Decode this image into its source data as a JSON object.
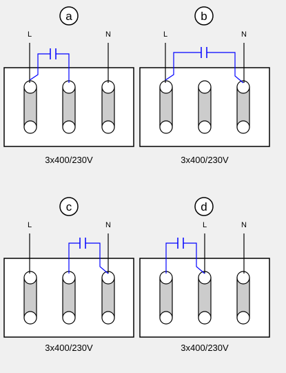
{
  "colors": {
    "background": "#f0f0f0",
    "box_fill": "#ffffff",
    "line": "#000000",
    "capacitor_wire": "#0000ff",
    "terminal_fill": "#cccccc"
  },
  "panels": [
    {
      "id": "a",
      "badge": "a",
      "voltage": "3x400/230V",
      "labels": {
        "L": "L",
        "N": "N"
      }
    },
    {
      "id": "b",
      "badge": "b",
      "voltage": "3x400/230V",
      "labels": {
        "L": "L",
        "N": "N"
      }
    },
    {
      "id": "c",
      "badge": "c",
      "voltage": "3x400/230V",
      "labels": {
        "L": "L",
        "N": "N"
      }
    },
    {
      "id": "d",
      "badge": "d",
      "voltage": "3x400/230V",
      "labels": {
        "L": "L",
        "N": "N"
      }
    }
  ]
}
